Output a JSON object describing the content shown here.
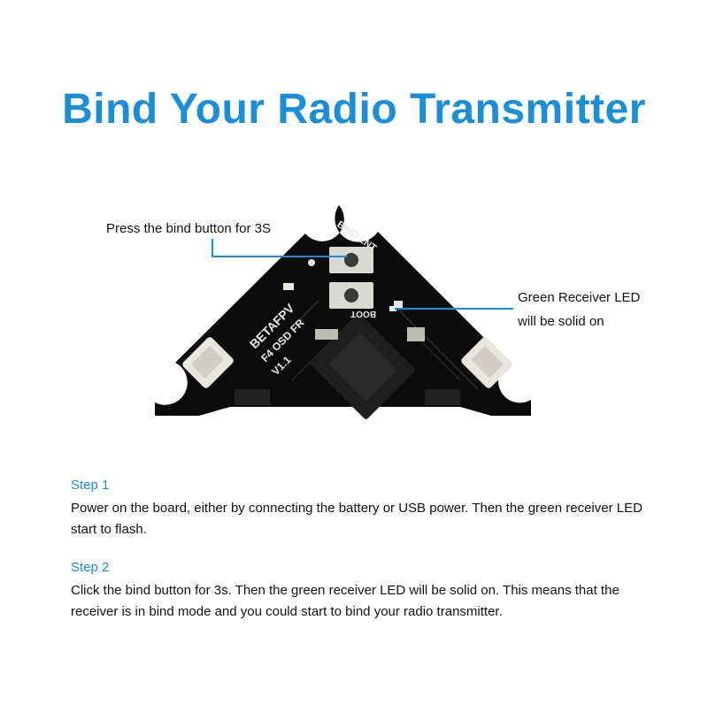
{
  "title": "Bind Your Radio Transmitter",
  "callouts": {
    "bind_button": "Press the bind button for 3S",
    "led_line1": "Green Receiver LED",
    "led_line2": "will be solid on"
  },
  "board": {
    "silkscreen_bind": "BIND LNT",
    "silkscreen_boot": "BOOT",
    "silkscreen_brand": "BETAFPV",
    "silkscreen_model": "F4 OSD FR",
    "silkscreen_version": "V1.1"
  },
  "steps": [
    {
      "title": "Step 1",
      "text": "Power on the board, either by connecting the battery or USB power. Then the green receiver LED start to flash."
    },
    {
      "title": "Step 2",
      "text": "Click the bind button for 3s. Then the green receiver LED will be solid on. This means that the receiver is in bind mode and you could start to bind your radio transmitter."
    }
  ],
  "colors": {
    "accent": "#1a8fd8",
    "board": "#0b0b0b",
    "callout_line": "#1a8fd8"
  }
}
